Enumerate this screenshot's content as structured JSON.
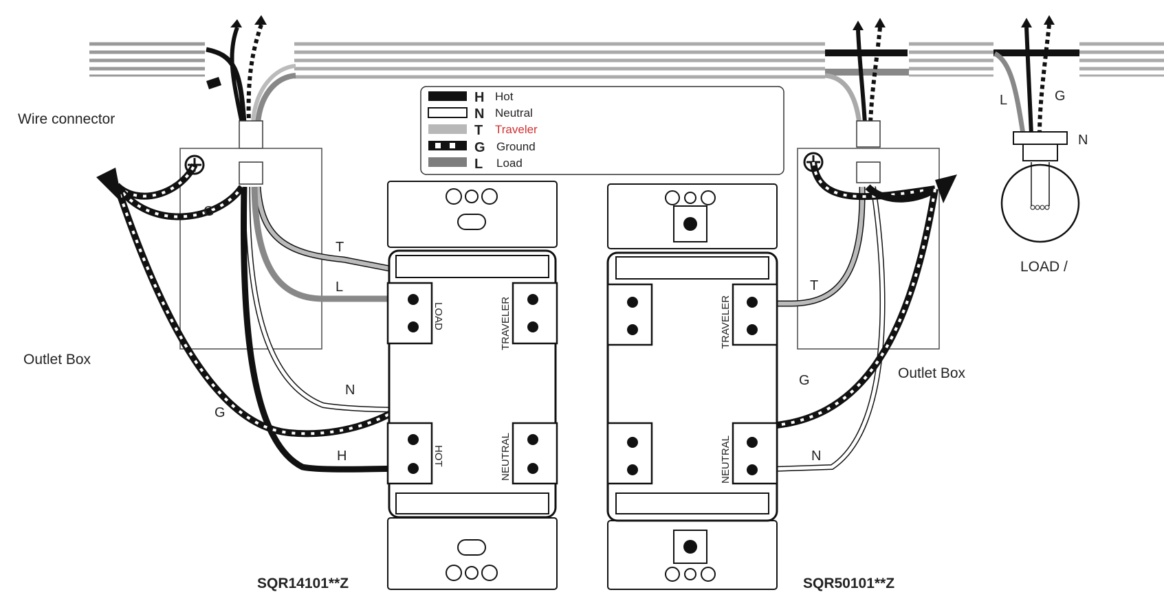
{
  "labels": {
    "wire_connector": "Wire connector",
    "outlet_box_left": "Outlet Box",
    "outlet_box_right": "Outlet Box",
    "load": "LOAD /",
    "model_left": "SQR14101**Z",
    "model_right": "SQR50101**Z"
  },
  "legend": [
    {
      "key": "H",
      "name": "Hot",
      "color": "#111111"
    },
    {
      "key": "N",
      "name": "Neutral",
      "color": "#ffffff"
    },
    {
      "key": "T",
      "name": "Traveler",
      "color": "#b8b8b8"
    },
    {
      "key": "G",
      "name": "Ground",
      "color": "#111111"
    },
    {
      "key": "L",
      "name": "Load",
      "color": "#7d7d7d"
    }
  ],
  "legend_name_colors": {
    "Traveler": "#d0302f"
  },
  "wire_labels": {
    "left_T": "T",
    "left_L": "L",
    "left_G_upper": "G",
    "left_G_lower": "G",
    "left_N": "N",
    "left_H": "H",
    "right_T": "T",
    "right_G": "G",
    "right_N": "N",
    "load_L": "L",
    "load_G": "G",
    "load_N": "N"
  },
  "terminals": {
    "left_load": "LOAD",
    "left_traveler": "TRAVELER",
    "left_hot": "HOT",
    "left_neutral": "NEUTRAL",
    "right_traveler": "TRAVELER",
    "right_neutral": "NEUTRAL"
  }
}
